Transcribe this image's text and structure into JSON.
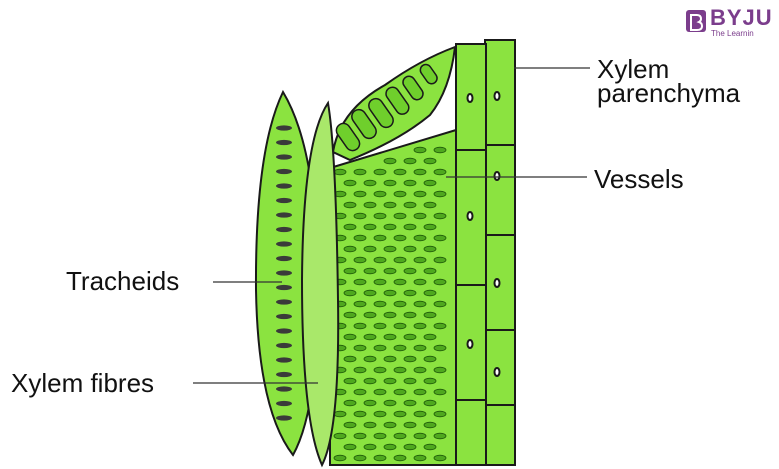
{
  "labels": {
    "xylem_parenchyma_line1": "Xylem",
    "xylem_parenchyma_line2": "parenchyma",
    "vessels": "Vessels",
    "tracheids": "Tracheids",
    "xylem_fibres": "Xylem fibres"
  },
  "logo": {
    "brand": "BYJU",
    "tagline": "The Learnin"
  },
  "colors": {
    "cell_green": "#8be340",
    "cell_light": "#a9e86a",
    "outline": "#1a1a1a",
    "pit": "#3a3a3a",
    "brand_purple": "#7b3d8c"
  }
}
